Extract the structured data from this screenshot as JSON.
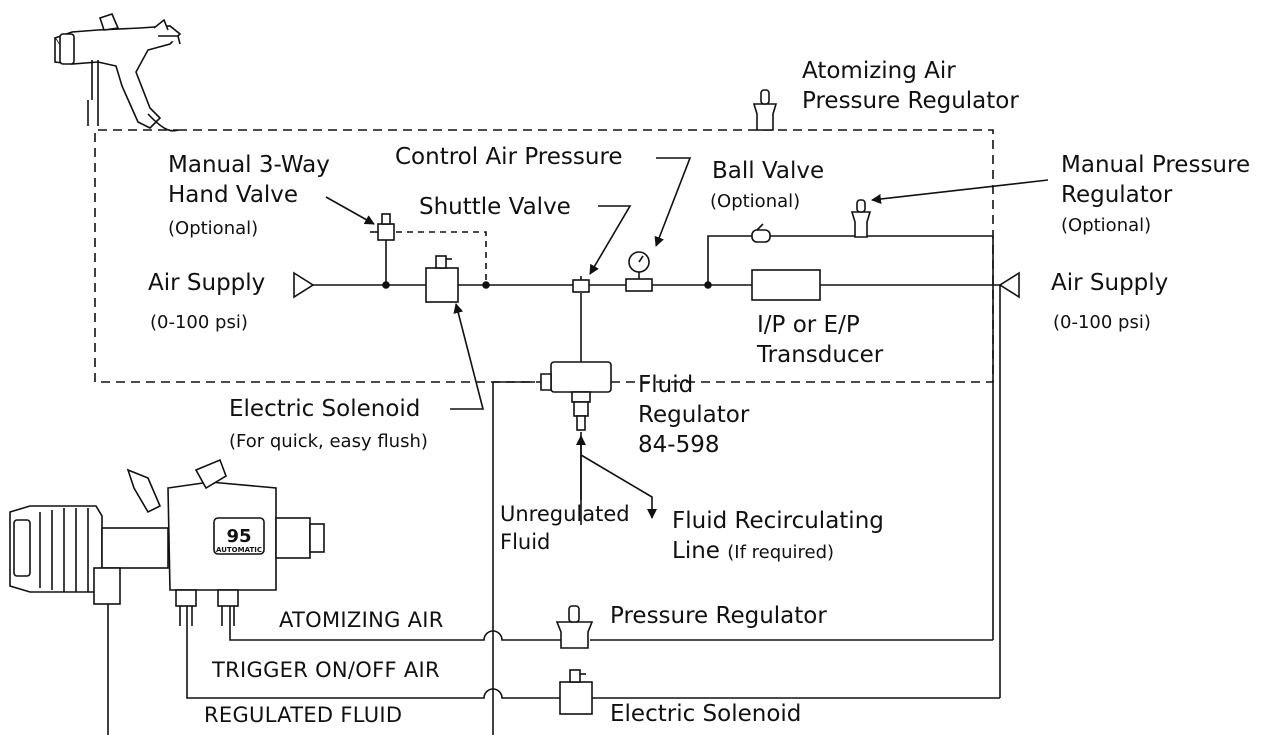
{
  "labels": {
    "atomizing_regulator_line1": "Atomizing Air",
    "atomizing_regulator_line2": "Pressure Regulator",
    "manual_valve_line1": "Manual 3-Way",
    "manual_valve_line2": "Hand Valve",
    "manual_valve_optional": "(Optional)",
    "control_air_pressure": "Control Air Pressure",
    "ball_valve": "Ball Valve",
    "ball_valve_optional": "(Optional)",
    "manual_pressure_regulator_line1": "Manual Pressure",
    "manual_pressure_regulator_line2": "Regulator",
    "manual_pressure_regulator_optional": "(Optional)",
    "shuttle_valve": "Shuttle Valve",
    "air_supply_left": "Air Supply",
    "air_supply_left_range": "(0-100 psi)",
    "air_supply_right": "Air Supply",
    "air_supply_right_range": "(0-100 psi)",
    "transducer_line1": "I/P or E/P",
    "transducer_line2": "Transducer",
    "fluid_regulator_line1": "Fluid",
    "fluid_regulator_line2": "Regulator",
    "fluid_regulator_line3": "84-598",
    "electric_solenoid_top": "Electric Solenoid",
    "electric_solenoid_note": "(For quick, easy flush)",
    "unregulated_fluid_line1": "Unregulated",
    "unregulated_fluid_line2": "Fluid",
    "fluid_recirculating_line1": "Fluid Recirculating",
    "fluid_recirculating_line2": "Line",
    "fluid_recirculating_note": "(If required)",
    "atomizing_air": "ATOMIZING AIR",
    "trigger_air": "TRIGGER ON/OFF AIR",
    "regulated_fluid": "REGULATED FLUID",
    "pressure_regulator_bottom": "Pressure Regulator",
    "electric_solenoid_bottom": "Electric Solenoid",
    "gun_badge_number": "95",
    "gun_badge_text": "AUTOMATIC"
  }
}
